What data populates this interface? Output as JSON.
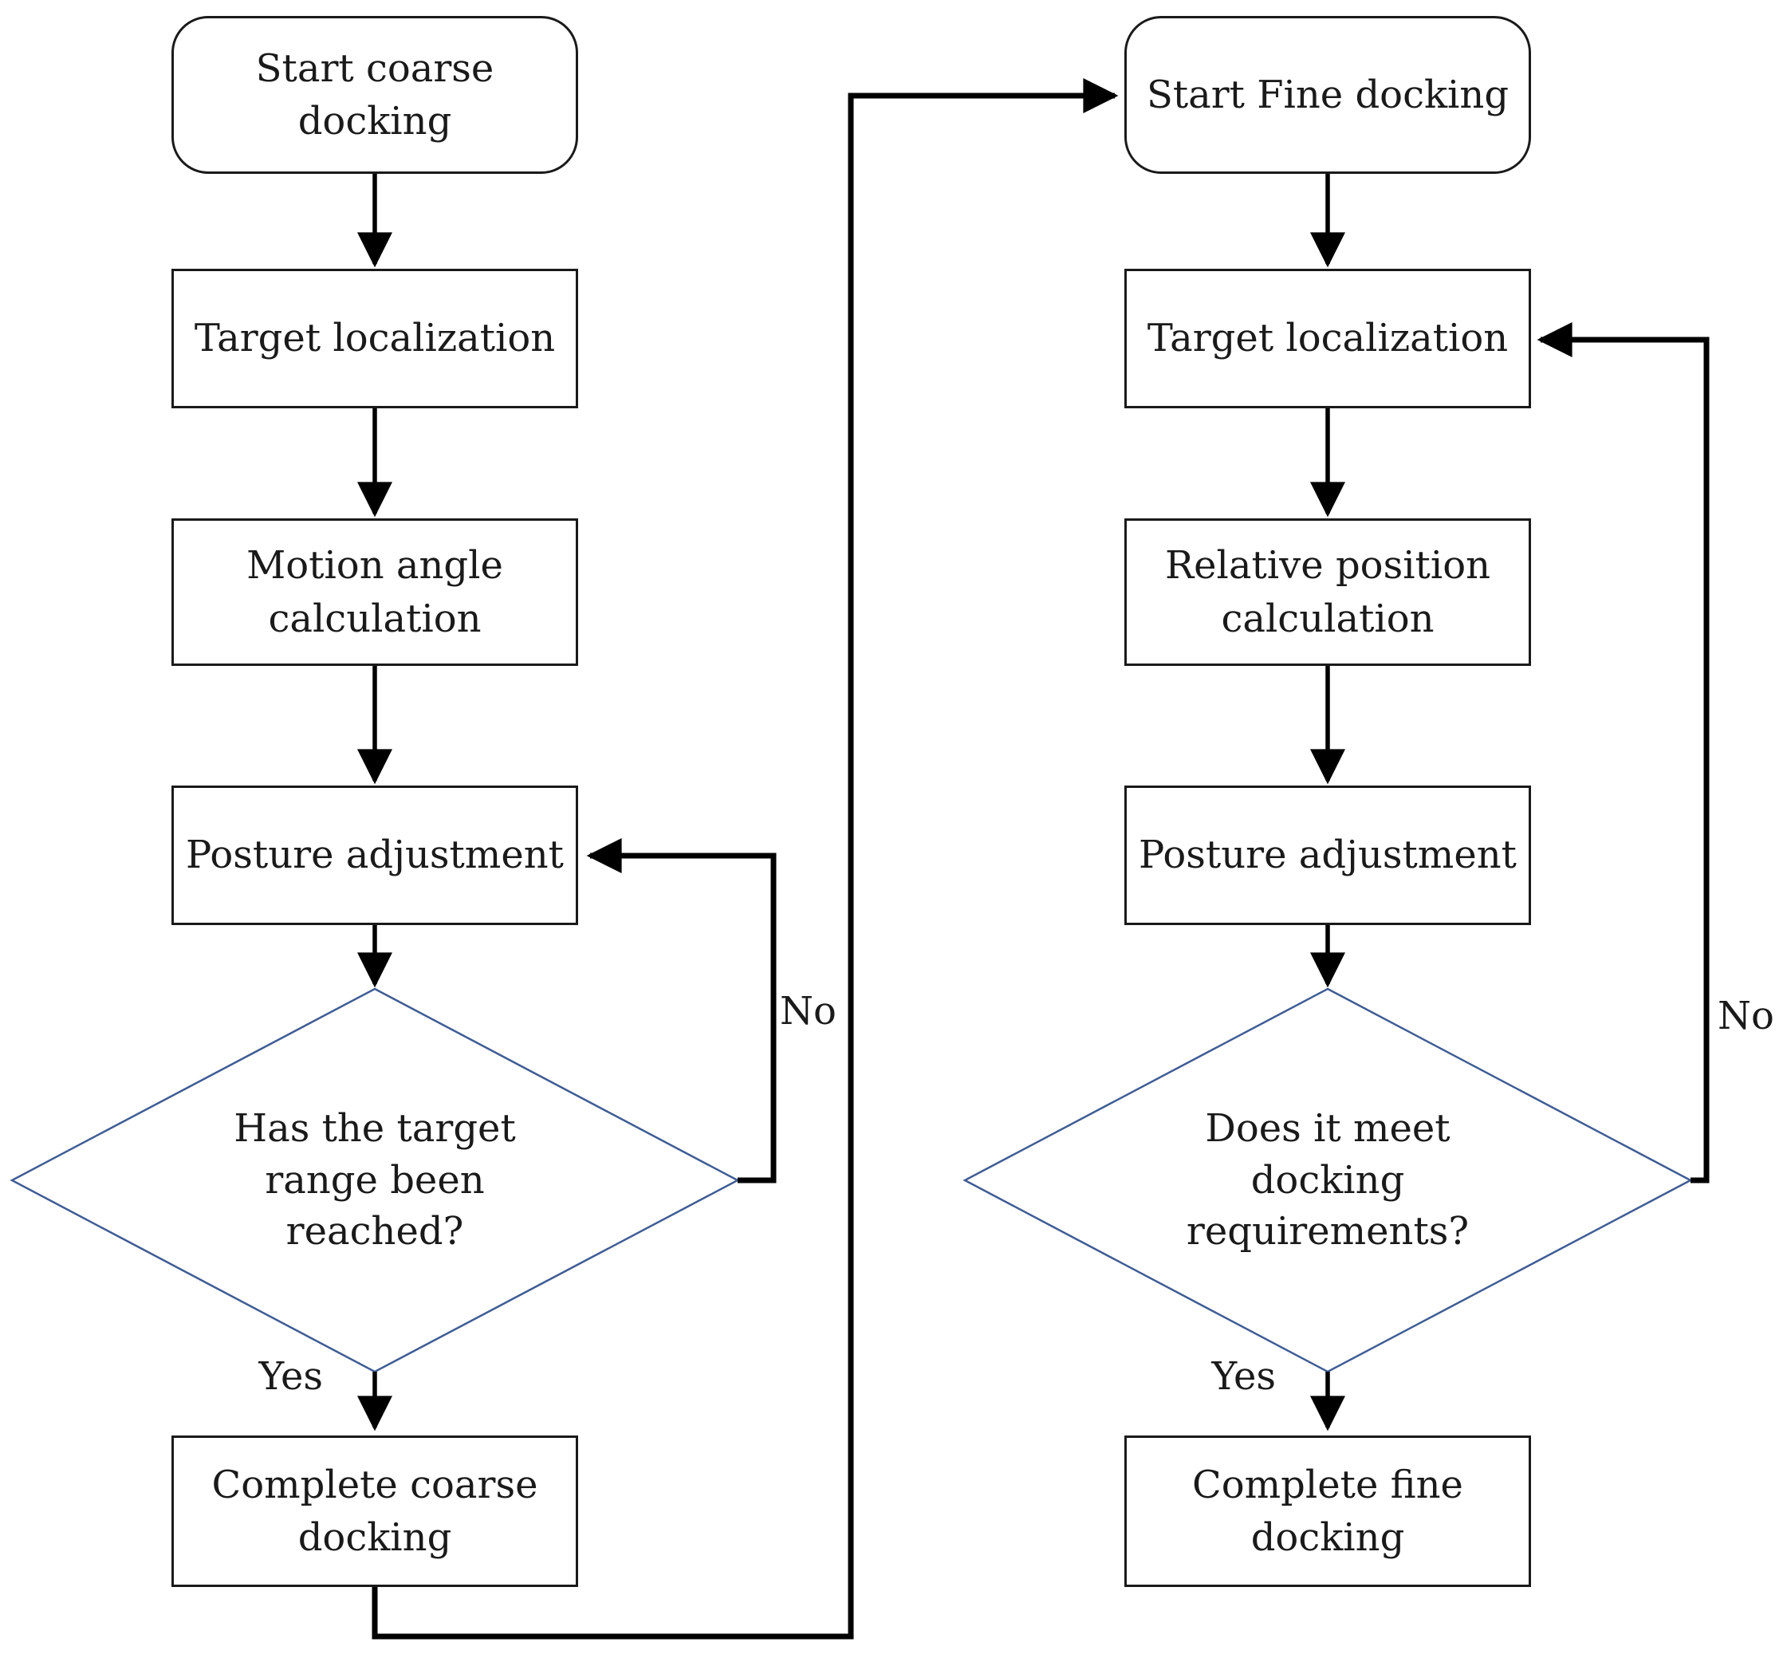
{
  "figure": {
    "type": "flowchart",
    "background": "#ffffff",
    "colors": {
      "connector_line": "#000000",
      "decision_border": "#3f5c94",
      "process_border": "#1a1a1a",
      "text": "#1a1a1a"
    },
    "columns": [
      {
        "id": "coarse-docking",
        "nodes": [
          {
            "id": "start-coarse",
            "shape": "terminator",
            "label": "Start coarse docking"
          },
          {
            "id": "target-localization-coarse",
            "shape": "process",
            "label": "Target localization"
          },
          {
            "id": "motion-angle-calculation",
            "shape": "process",
            "label": "Motion angle calculation"
          },
          {
            "id": "posture-adjustment-coarse",
            "shape": "process",
            "label": "Posture adjustment"
          },
          {
            "id": "decision-target-range",
            "shape": "decision",
            "label": "Has the target range been reached?"
          },
          {
            "id": "complete-coarse",
            "shape": "process",
            "label": "Complete coarse docking"
          }
        ],
        "decision_yes_label": "Yes",
        "decision_no_label": "No"
      },
      {
        "id": "fine-docking",
        "nodes": [
          {
            "id": "start-fine",
            "shape": "terminator",
            "label": "Start Fine docking"
          },
          {
            "id": "target-localization-fine",
            "shape": "process",
            "label": "Target localization"
          },
          {
            "id": "relative-position-calculation",
            "shape": "process",
            "label": "Relative position calculation"
          },
          {
            "id": "posture-adjustment-fine",
            "shape": "process",
            "label": "Posture adjustment"
          },
          {
            "id": "decision-docking-requirements",
            "shape": "decision",
            "label": "Does it meet docking requirements?"
          },
          {
            "id": "complete-fine",
            "shape": "process",
            "label": "Complete fine docking"
          }
        ],
        "decision_yes_label": "Yes",
        "decision_no_label": "No"
      }
    ]
  }
}
